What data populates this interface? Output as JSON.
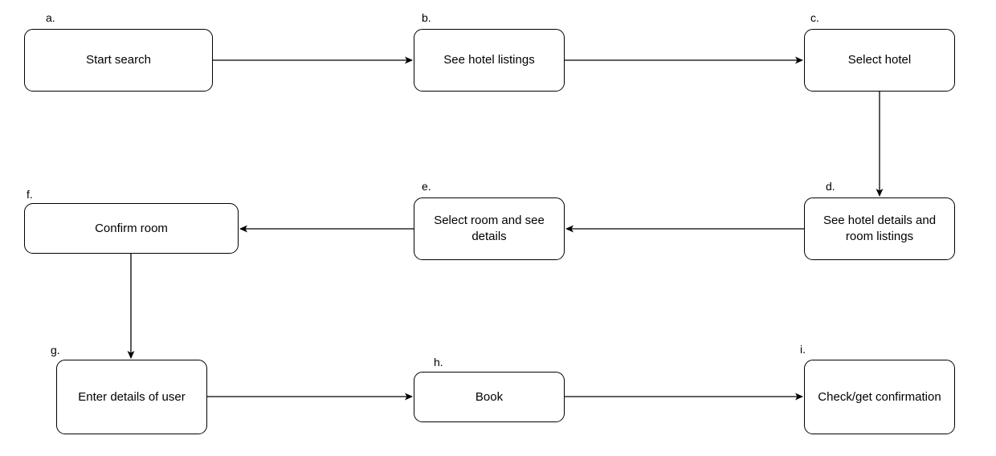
{
  "steps": [
    {
      "letter": "a.",
      "label": "Start search"
    },
    {
      "letter": "b.",
      "label": "See hotel listings"
    },
    {
      "letter": "c.",
      "label": "Select hotel"
    },
    {
      "letter": "d.",
      "label": "See hotel details and room listings"
    },
    {
      "letter": "e.",
      "label": "Select room and see details"
    },
    {
      "letter": "f.",
      "label": "Confirm room"
    },
    {
      "letter": "g.",
      "label": "Enter details of user"
    },
    {
      "letter": "h.",
      "label": "Book"
    },
    {
      "letter": "i.",
      "label": "Check/get confirmation"
    }
  ],
  "flow": [
    {
      "from": "a.",
      "to": "b."
    },
    {
      "from": "b.",
      "to": "c."
    },
    {
      "from": "c.",
      "to": "d."
    },
    {
      "from": "d.",
      "to": "e."
    },
    {
      "from": "e.",
      "to": "f."
    },
    {
      "from": "f.",
      "to": "g."
    },
    {
      "from": "g.",
      "to": "h."
    },
    {
      "from": "h.",
      "to": "i."
    }
  ],
  "colors": {
    "line": "#000000",
    "box_fill": "#ffffff",
    "background": "#ffffff"
  }
}
